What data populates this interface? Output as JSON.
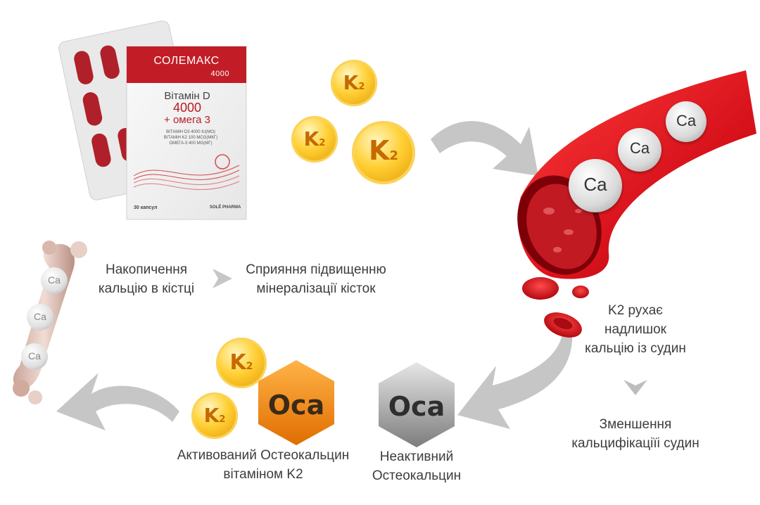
{
  "product": {
    "brand": "СОЛЕМАКС",
    "brand_number": "4000",
    "title_line1": "Вітамін D",
    "title_line2": "4000",
    "title_line3": "+ омега 3",
    "ingredients": [
      "ВІТАМІН D3 4000 IU(МО)",
      "ВІТАМІН K2 100 MCG(МКГ)",
      "ОМЕГА-3 400 MG(МГ)"
    ],
    "count": "30 капсул",
    "maker": "SOLĒ PHARMA"
  },
  "symbols": {
    "k2": "K",
    "k2_sub": "2",
    "calcium": "Ca",
    "osteocalcin": "Oca"
  },
  "labels": {
    "bone_accumulation": [
      "Накопичення",
      "кальцію в кістці"
    ],
    "mineralization": [
      "Сприяння підвищенню",
      "мінералізації кісток"
    ],
    "k2_moves": [
      "K2 рухає",
      "надлишок",
      "кальцію із судин"
    ],
    "calcification": [
      "Зменшення",
      "кальцифікаціїі судин"
    ],
    "activated": [
      "Активований Остеокальцин",
      "вітаміном K2"
    ],
    "inactive": [
      "Неактивний",
      "Остеокальцин"
    ]
  },
  "colors": {
    "vessel_red": "#d8121b",
    "gold": "#f5b512",
    "orange": "#f28c1a",
    "arrow_gray": "#c6c6c6",
    "text": "#3d3d3d",
    "brand_red": "#b71c23"
  }
}
